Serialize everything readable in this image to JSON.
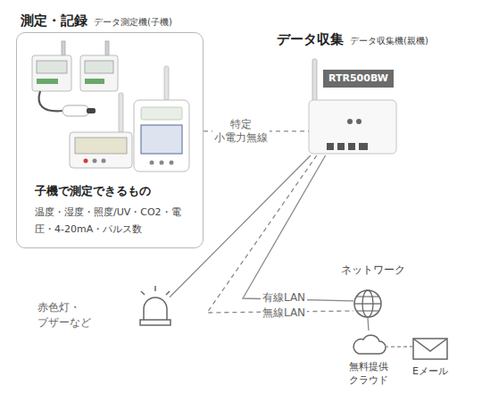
{
  "diagram": {
    "nodes": [
      {
        "text": [
          "測定・記録",
          "データ測定機(子機)",
          "子機で測定できるもの",
          "温度・湿度・照度/UV・CO2・電圧・4-20mA・パルス数"
        ]
      },
      {
        "text": [
          "データ収集",
          "データ収集機(親機)",
          "RTR500BW"
        ]
      },
      {
        "text": [
          "赤色灯・ブザーなど"
        ]
      },
      {
        "text": [
          "ネットワーク"
        ]
      },
      {
        "text": [
          "無料提供 クラウド"
        ]
      },
      {
        "text": [
          "Eメール"
        ]
      }
    ],
    "edges": [
      {
        "from": 0,
        "to": 1,
        "arrow": "none",
        "label": "特定 小電力無線"
      },
      {
        "from": 1,
        "to": 2,
        "arrow": "none"
      },
      {
        "from": 1,
        "to": 3,
        "arrow": "none",
        "label": "有線LAN"
      },
      {
        "from": 1,
        "to": 3,
        "arrow": "none",
        "label": "無線LAN"
      },
      {
        "from": 3,
        "to": 4,
        "arrow": "none"
      },
      {
        "from": 4,
        "to": 5,
        "arrow": "none"
      }
    ]
  }
}
